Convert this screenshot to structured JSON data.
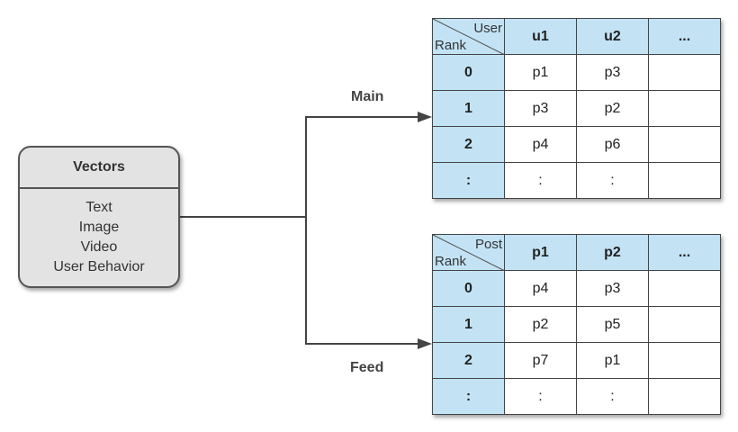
{
  "source": {
    "title": "Vectors",
    "items": [
      "Text",
      "Image",
      "Video",
      "User Behavior"
    ]
  },
  "routes": {
    "main_label": "Main",
    "feed_label": "Feed"
  },
  "tables": [
    {
      "corner_top": "User",
      "corner_bottom": "Rank",
      "columns": [
        "u1",
        "u2",
        "..."
      ],
      "rows": [
        {
          "rank": "0",
          "cells": [
            "p1",
            "p3",
            ""
          ]
        },
        {
          "rank": "1",
          "cells": [
            "p3",
            "p2",
            ""
          ]
        },
        {
          "rank": "2",
          "cells": [
            "p4",
            "p6",
            ""
          ]
        },
        {
          "rank": ":",
          "cells": [
            ":",
            ":",
            ""
          ]
        }
      ]
    },
    {
      "corner_top": "Post",
      "corner_bottom": "Rank",
      "columns": [
        "p1",
        "p2",
        "..."
      ],
      "rows": [
        {
          "rank": "0",
          "cells": [
            "p4",
            "p3",
            ""
          ]
        },
        {
          "rank": "1",
          "cells": [
            "p2",
            "p5",
            ""
          ]
        },
        {
          "rank": "2",
          "cells": [
            "p7",
            "p1",
            ""
          ]
        },
        {
          "rank": ":",
          "cells": [
            ":",
            ":",
            ""
          ]
        }
      ]
    }
  ],
  "colors": {
    "header_fill": "#c3e3f5",
    "source_fill": "#e3e3e3",
    "line": "#444444"
  }
}
